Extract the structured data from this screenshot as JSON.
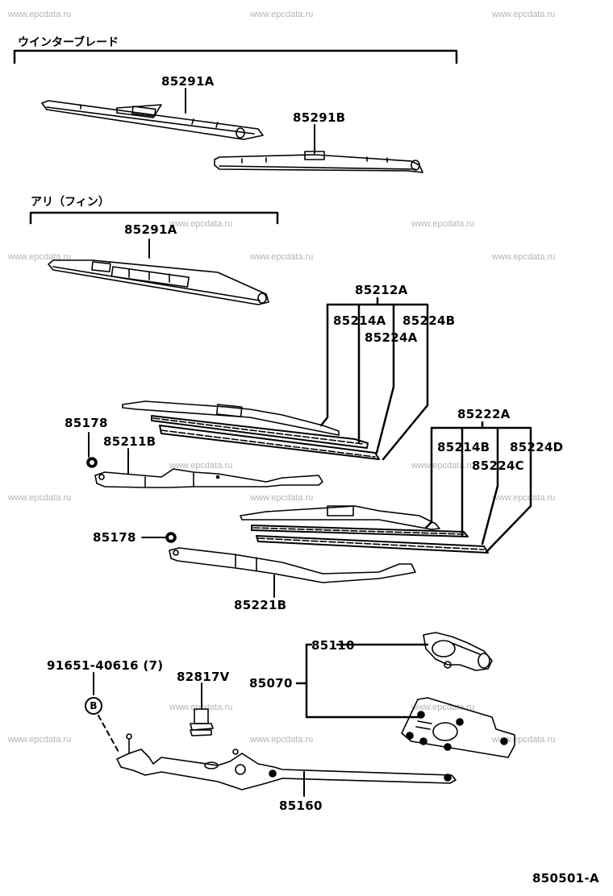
{
  "diagram": {
    "watermark": "www.epcdata.ru",
    "figure_code": "850501-A",
    "groups": {
      "winter_blade": "ウインターブレード",
      "with_fin": "アリ（フィン）"
    },
    "labels": {
      "p85291A_winter": "85291A",
      "p85291B": "85291B",
      "p85291A_fin": "85291A",
      "p85212A": "85212A",
      "p85214A": "85214A",
      "p85224B": "85224B",
      "p85224A": "85224A",
      "p85178_upper": "85178",
      "p85211B": "85211B",
      "p85222A": "85222A",
      "p85214B": "85214B",
      "p85224D": "85224D",
      "p85224C": "85224C",
      "p85178_lower": "85178",
      "p85221B": "85221B",
      "p91651": "91651-40616 (7)",
      "p82817V": "82817V",
      "p85110": "85110",
      "p85070": "85070",
      "p85160": "85160",
      "ref_b": "B"
    }
  }
}
